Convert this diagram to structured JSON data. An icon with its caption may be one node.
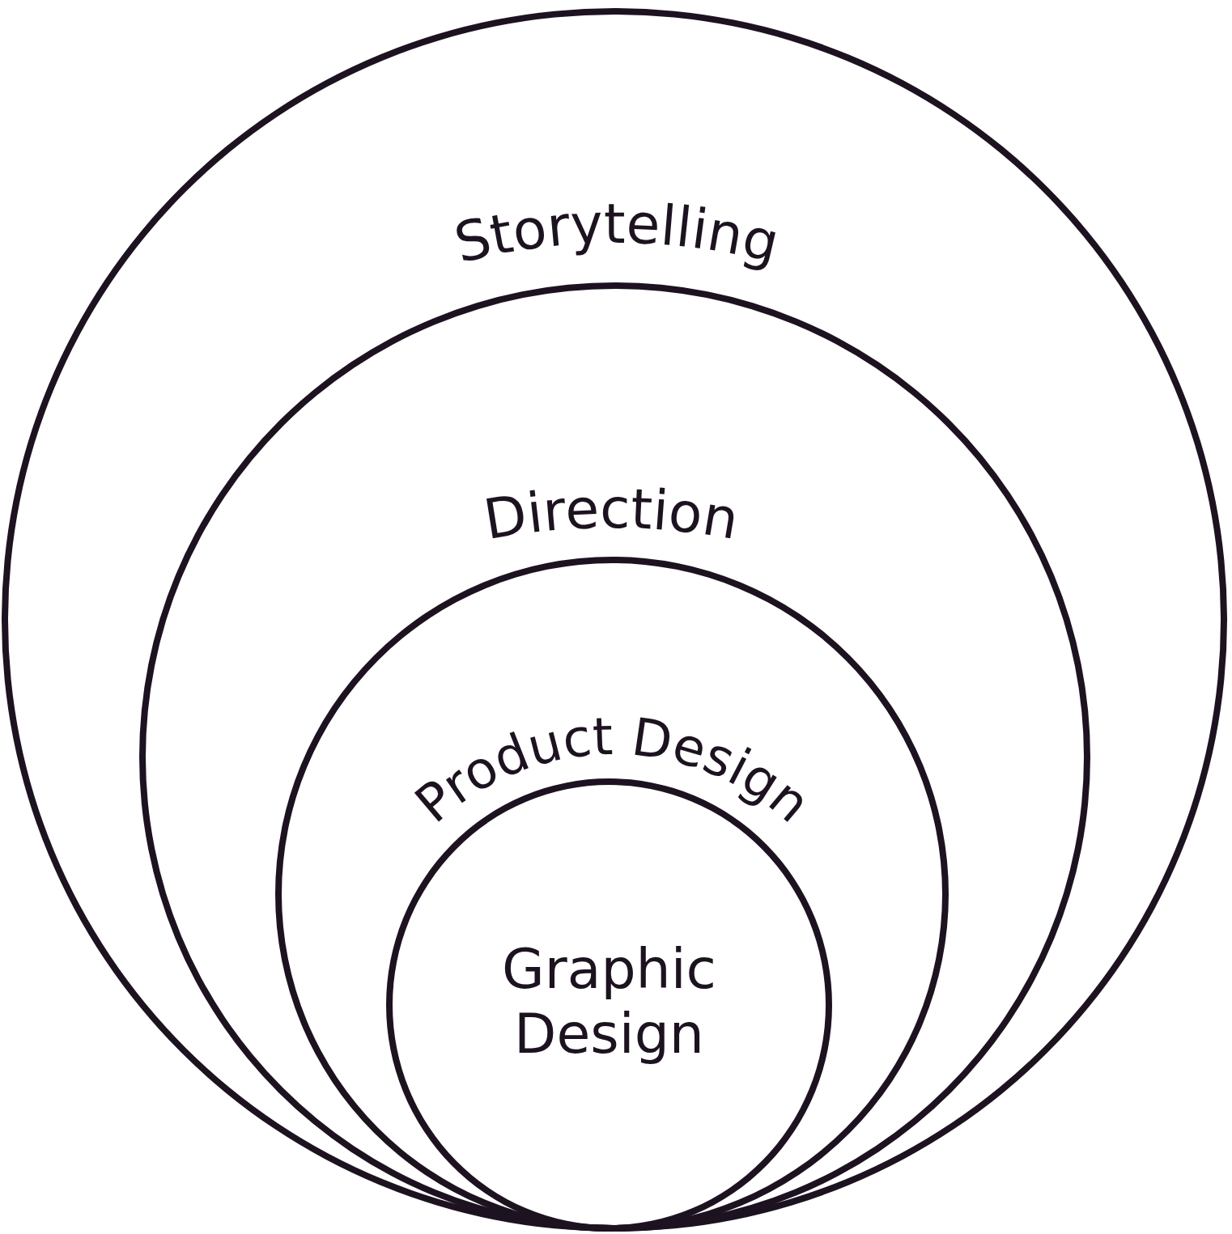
{
  "diagram": {
    "nodes": [
      {
        "text": [
          "Storytelling"
        ]
      },
      {
        "text": [
          "Direction"
        ],
        "in": 0
      },
      {
        "text": [
          "Product Design"
        ],
        "in": 1
      },
      {
        "text": [
          "Graphic Design"
        ],
        "in": 2
      }
    ]
  }
}
